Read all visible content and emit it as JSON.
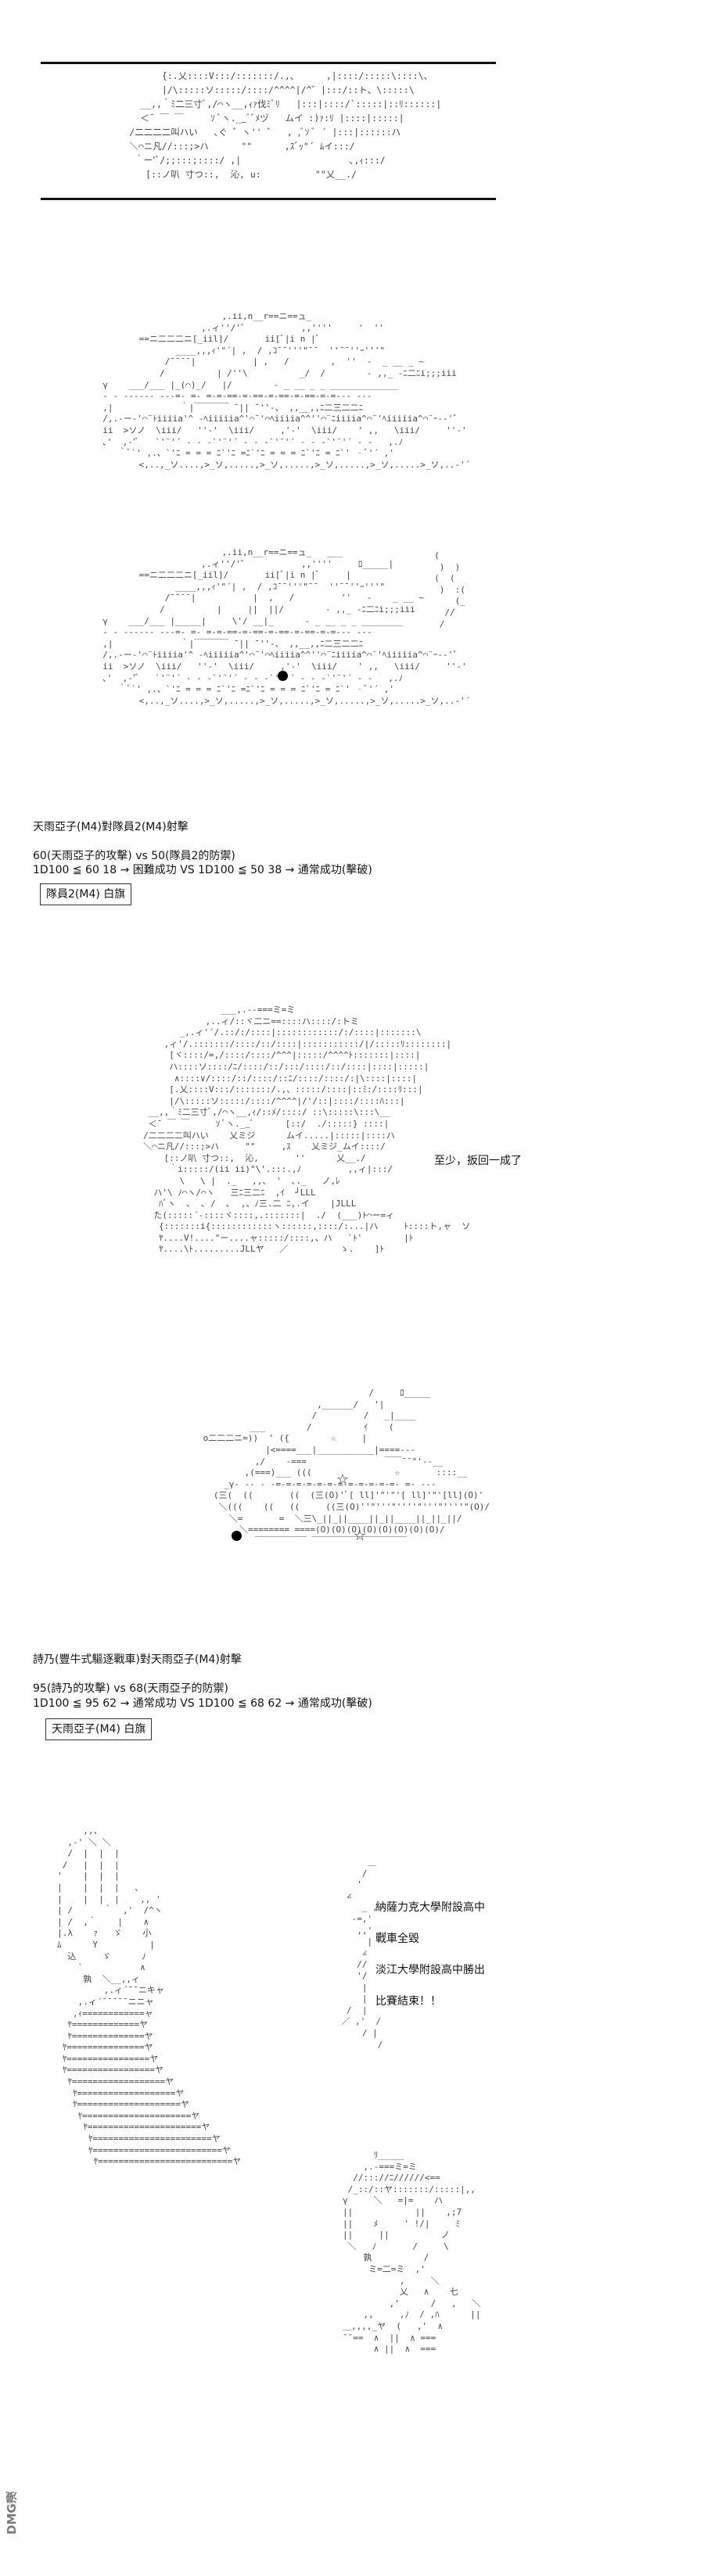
{
  "banner": {
    "art": "              {:.乂::::V:::/:::::::/.,、     ,|::::/:::::\\::::\\、\n              |/\\:::::ソ:::::/::::/^^^^|/^゛|:::/::ト、\\:::::\\\n          __,,｀ﾐ二三寸ﾞ,/⌒ヽ__,ｨｧ伐ﾐﾞﾘ   |:::|::::/`:::::|::ﾘ::::::|\n          ＜¯ ￣ ￣     ｿ ﾞヽ.__ﾞﾞﾒヅ   ムイ :)ｧ:ﾘ |::::|:::::|\n        /二二二二叫ハい   ､ぐ ゛ヽ'' ゛  , ,ﾞｿ ﾞ ´ |:::|::::::ハ\n        ＼⌒ニ凡//:::;>ハ      \"\"      ,ｽﾞｯ\"´ ﾑイ:::/\n         ｀ー'ﾞ/;;:::;::::/ ,|                    ､,ｨ:::/\n           [::ノ叭 寸つ::,  沁, u:          \"\"乂__./"
  },
  "tank1": {
    "art": "                         ,.ii,n__r==ニ==ュ_\n                     ,.ィ''/'゛          ,,''''     '  ''\n         ==ニ二二二ニ[_iil]/       ii[ﾞ|i n |ﾞ\n                ____,,,ｨ'\"´| ,  / ,ｺ¯¯'''\"¯¯  ''¯¯''ｰ'''\"\n              /¯¯¯¯|           | ,   /        ,  ''  -  _ __ _ ~\n             /          | /''\\          _/  /        - ,,_ -ﾆ二ﾆi;;;iii\n  γ    ___/___ |_(⌒)_/   |/        - _ __ _ _ _____________\n  ‐ - ‐‐‐‐‐‐ ‐‐‐=‐ =‐ =‐=‐==‐=‐==‐=‐==‐=‐==‐=‐=‐‐‐ ‐‐‐\n  ,|             ｀|￣￣￣￣ ¯|| ¯''‐、 ,,__,,ﾆ二三二二ﾆ\n  /,.‐ー‐'⌒¨ﾄiiiia'^ ‐ﾍiiiiia^'⌒¨'⌒ﾍiiiia^^''⌒¨ﾆiiiia^⌒¨'ﾍiiiiia^⌒¨ｰ‐‐'゛\n  ii  >ソノ  \\iii/   ''‐'  \\iii/     ,'‐'  \\iii/    ' ,,   \\iii/     ''‐'\n  ､'  ,‐'ﾞ   `'¨'´ ‐ ‐ ‐`'¨'´ ‐ ‐ ‐`'¨'´ ‐ ‐ ‐`'¨'´ ‐ ‐   ,.ﾉ\n     ｀ﾞ`' ,.、`'ﾆ = = = ﾆ`'ﾆ =ﾆ`'ﾆ = = = ﾆ`'ﾆ = ﾆ`' ‐ﾞ'´ ,'\n         <,..,_ソ....,>_ソ,.....,>_ソ,.....,>_ソ,.....,>_ソ,.....>_ソ,..‐'´"
  },
  "tank2": {
    "art": "                         ,.ii,n__r==ニ==ュ_   ___\n                     ,.ィ''/'゛          ,,''''     ﾛ_____|\n         ==ニ二二二ニ[_iil]/       ii[ﾞ|i n |ﾞ     |\n                ____,,,ｨ'\"´| ,  / ,ｺ¯¯'''\"¯¯  ''¯¯''ｰ'''\"\n              /¯¯¯¯|           |  ,   /         ''   -    _ __ ~\n             /          |     ||  ||/        - ,,_ -ﾆ二ﾆi;;;iii\n  γ    ___/___ |_____|     \\'/ __|_      - _ __ _ _ ________\n  ‐ - ‐‐‐‐‐‐ ‐‐‐=‐ =‐ =‐=‐==‐=‐==‐=‐==‐=‐==‐=‐=‐‐‐ ‐‐‐\n  ,|             ｀|￣￣￣￣ ¯|| ¯''‐、 ,,__,,ﾆ二三二二ﾆ\n  /,.‐ー‐'⌒¨ﾄiiiia'^ ‐ﾍiiiiia^'⌒¨'⌒ﾍiiiia^^''⌒¨ﾆiiiia^⌒¨'ﾍiiiiia^⌒¨ｰ‐‐'゛\n  ii  >ソノ  \\iii/   ''‐'  \\iii/     ,'‐'  \\iii/    ' ,,   \\iii/     ''‐'\n  ､'  ,‐'ﾞ   `'¨'´ ‐ ‐ ‐`'¨'´ ‐ ‐ ‐`'¨'´ ‐ ‐ ‐`'¨'´ ‐ ‐   ,.ﾉ\n     ｀ﾞ`' ,.、`'ﾆ = = = ﾆ`'ﾆ =ﾆ`'ﾆ = = = ﾆ`'ﾆ = ﾆ`' ‐ﾞ'´ ,'\n         <,..,_ソ....,>_ソ,.....,>_ソ,.....,>_ソ,.....,>_ソ,.....>_ソ,..‐'´",
    "smoke": "     (\n      )  )\n     (  (\n      )  :(\n         (_\n       //\n      /"
  },
  "round1": {
    "title": "天雨亞子(M4)對隊員2(M4)射擊",
    "matchup": "60(天雨亞子的攻擊) vs 50(隊員2的防禦)",
    "roll": "1D100 ≦ 60  18 → 困難成功 VS 1D100 ≦ 50  38 → 通常成功(擊破)",
    "flag": "隊員2(M4) 白旗"
  },
  "girl": {
    "art": "                    ___,.-‐===ミ=ミ\n                 ,..ィ/::ヾ二ニ==::::ハ::::/:トミ\n            _,.ィ'´/.::/:/::::|::::::::::::/:/::::|:::::::\\\n         ,ィ'/.:::::::/::::/::/::::|:::::::::::/|/:::::ﾘ::::::::|\n          [ヾ::::/=,/::::/::::/^^^|:::::/^^^^ﾄ:::::::|::::|\n          ハ::::ソ::::/ﾆ/::::/::/:::/::::/::/::::|::::|:::::|\n           ∧::::∨/::::/::/::::/::ﾆ/::::/::::/:|\\::::|::::|\n          [.乂::::V:::/:::::::/.,、:::::/::::|::ﾐ:/::::ﾘ:::|\n          |/\\:::::ソ:::::/::::/^^^^|/'/::|::::/::::ﾊ:::|\n      __,,｀ﾐ二三寸ﾞ,/⌒ヽ__,ｨ/::ﾒ/::::/ ::\\:::::\\:::\\__\n      ＜¯ ￣ ￣     ｿ ﾞヽ.__ﾞ      [::/  ./:::::} ::::|\n     /二二二二叫ハい    乂ミジ      ムイ.....|:::::|::::ハ\n     ＼⌒ニ凡//:::;>ハ     \"\"     ,ｽ    乂ミジ_ムイ::::/\n         [::ノ叭 寸つ::,  沁,       ''      乂__./\n          ｀i:::::/(ii ii)\"\\'.:::.,ﾉ         ,,ィ|:::/\n            \\   \\ |  ._   ,,、 '  ､._   ノ,ﾚ\n       ハ'\\ ﾉ⌒ヽ/⌒ヽ   三ﾆ三二ﾆ  ,ｲ  ┘LLL\n        ﾊﾞヽ  ､  ､ /  ､  ,、ﾉ三.二 ﾆ,.イ    |JLLL\n       た(:::::´-::::ヾ::::,.:::::::|  ./  (___)ﾄ⌒ー=ィ\n        {:::::::i{::::::::::::ヽ::::::,::::/:...|ハ     ﾄ::::ト,ャ  ソ\n        ﾔ....V!....\"ー....ャ:::::/::::,、ハ   `ﾄ'        |ﾄ\n        ﾔ....\\ﾄ.........JLLヤ   ／          ゝ.    ]ﾄ",
    "speech": "至少，扳回一成了"
  },
  "tank3": {
    "art": "                                         /     ﾛ_____\n                               ,______/   '|\n                              /         /   _|____\n                  ___        /          ｲ    (\n         o二二二ニ=))  ' ({        ☆     |\n                     |<====___|___________|====---\n                   ,/    -===               ￣￣¯¯\"'--__\n                 ,(===)___ (((                ☆       ::::__\n             _γ‐ -- ‐ ‐=‐=‐=‐=‐=‐=‐=‐=‐=‐=‐=‐=‐ =‐ ---\n           (三(  ((       ((  (三(O)'ﾞ[ ll]'\"'\"'[ ll]'\"'[ll](O)'\n            ＼(((    ((   ((     ((三(O)''\"'''\"''''\"'''\"''''\"(O)/\n              ＼=       =  ＼三\\_||_||____||_||____||_||_||/\n                ＼======== ====(O)(O)(O)(O)(O)(O)(O)(O)/\n                   ￣￣￣￣￣￣ ￣￣￣￣￣￣￣￣￣￣￣"
  },
  "round2": {
    "title": "詩乃(豐牛式驅逐戰車)對天雨亞子(M4)射擊",
    "matchup": "95(詩乃的攻擊) vs 68(天雨亞子的防禦)",
    "roll": "1D100 ≦ 95  62 → 通常成功 VS 1D100 ≦ 68  62 → 通常成功(擊破)",
    "flag": "天雨亞子(M4) 白旗"
  },
  "finale": {
    "hand_art": "          ,,、\n       ,-' ＼ ＼\n       /  |  |  |\n      /   |  |  |\n     '    |  |  |\n     |    |  |  |   ､\n     |    |  |  |    ,, '\n     | /      ｀  ,'  /^ヽ\n     | /  ,｀    |    ∧\n     |.λ    ｧ   ゞ    小\n     ﾑ      Y          |\n       込     ゞ      ﾉ\n         `           ∧\n          孰  ＼__,,ィ\n              ,.ィ´¯¯ニキャ\n         ,.ィ´¯¯¯¯¯ニニャ\n        ,ｨ============ャ\n       ﾔ=============ヤ\n       ﾔ==============ヤ\n      ﾔ===============ヤ\n      ﾔ================ヤ\n      ﾔ=================ヤ\n       ﾔ==================ヤ\n        ﾔ===================ヤ\n        ﾔ====================ヤ\n         ﾔ=====================ヤ\n          ﾔ======================ヤ\n           ﾔ=======================ヤ\n           ﾔ=========================ヤ\n            ﾔ==========================ヤ",
    "lines_art": "            ＿\n           /\n          '\n        ∠\n           _ ,\n         -=,'\n          ,,' ,,\n            |\n           ∠\n          //\n          '/\n           |\n           |\n        /  |\n       ／ ,'  /\n           / |\n              /",
    "right_art": "              ﾘ_____\n            ,.-===ミ=ミ\n          //::://ﾆ//////<==\n         /_::/::ヤ:::::::/:::::|,,\n        γ     ＼   =|=    ハ\n        ||            ||    ,;7\n        ||    ﾒ     ' !/|     ﾐ\n        ||     ||          ノ\n         ＼   ﾉ       /     \\\n            孰          /\n             ミ=二=ミ  ,'\n                   ,     ＼\n                   乂   ∧    七\n                 ,'      /   ,   ＼\n            ,,     ,ﾉ  / ,ﾊ      ||\n        ＿,,,,_ヤ  (   ,'  ∧\n        ¯¯==  ∧  ||  ∧ ===\n              ∧ ||  ∧  ===",
    "results": [
      "納薩力克大學附設高中",
      "戰車全毀",
      "淡江大學附設高中勝出",
      "比賽結束！！"
    ]
  },
  "watermark": "DMG漫"
}
